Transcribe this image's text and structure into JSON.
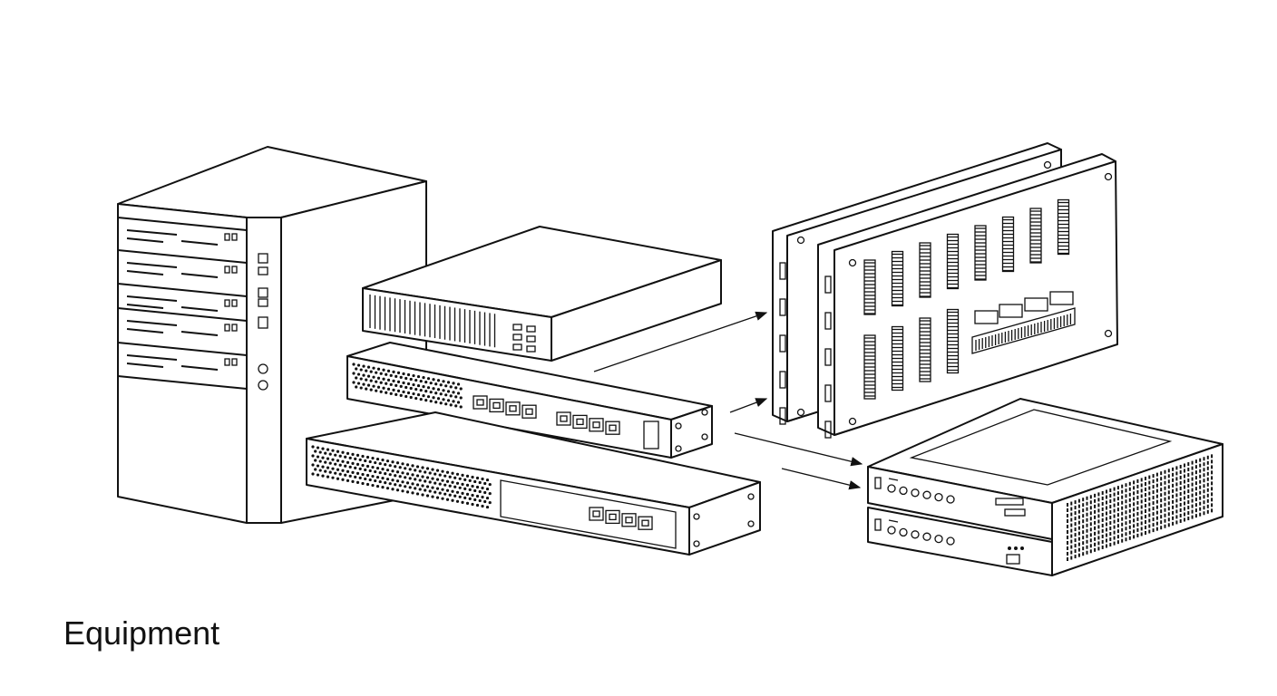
{
  "caption": "Equipment",
  "illustration": {
    "style": "black line art",
    "items": [
      "tower-server",
      "network-appliance",
      "network-switch",
      "rack-switch",
      "circuit-boards",
      "stacked-servers"
    ],
    "colors": {
      "line": "#111111",
      "background": "#ffffff"
    }
  }
}
